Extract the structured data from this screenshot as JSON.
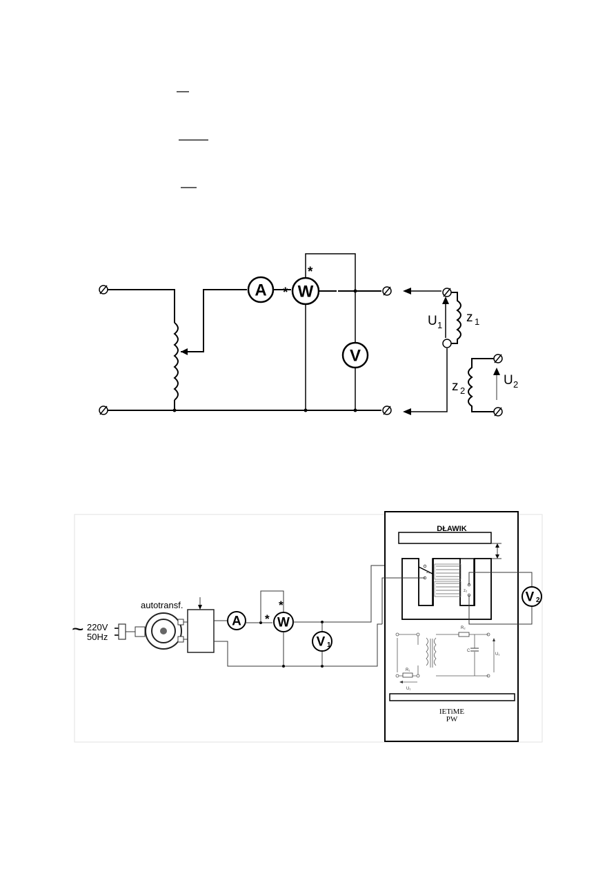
{
  "schematic": {
    "meter_ammeter": "A",
    "meter_wattmeter": "W",
    "meter_voltmeter": "V",
    "star_mark": "*",
    "label_u1": "U",
    "label_u1_sub": "1",
    "label_z1": "z",
    "label_z1_sub": "1",
    "label_z2": "z",
    "label_z2_sub": "2",
    "label_u2": "U",
    "label_u2_sub": "2"
  },
  "setup": {
    "supply_voltage": "220V",
    "supply_frequency": "50Hz",
    "tilde": "~",
    "autotransformer_label": "autotransf.",
    "meter_ammeter": "A",
    "meter_wattmeter": "W",
    "meter_v1": "V",
    "meter_v1_sub": "1",
    "meter_v2": "V",
    "meter_v2_sub": "2",
    "choke_title": "DŁAWIK",
    "panel_line1": "IETiME",
    "panel_line2": "PW",
    "core_z1": "z₁",
    "core_z2": "z₂",
    "inner_r1": "R₁",
    "inner_r2": "R₂",
    "inner_c": "C",
    "inner_u1": "U₁",
    "inner_u2": "U₁"
  }
}
